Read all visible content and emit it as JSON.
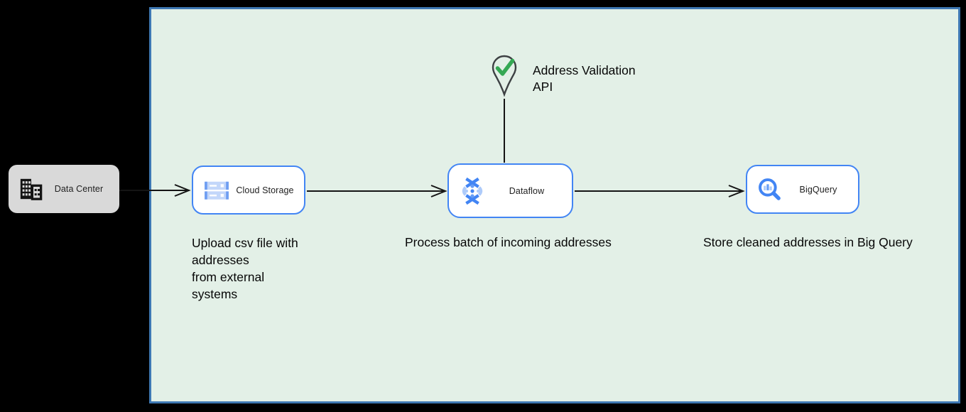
{
  "diagram": {
    "boundary_fill": "#e3f0e7",
    "boundary_border": "#3e78b3",
    "node_border": "#4285f4",
    "nodes": {
      "data_center": {
        "label": "Data Center",
        "icon": "building-icon"
      },
      "cloud_storage": {
        "label": "Cloud Storage",
        "icon": "cloud-storage-icon"
      },
      "dataflow": {
        "label": "Dataflow",
        "icon": "dataflow-icon"
      },
      "bigquery": {
        "label": "BigQuery",
        "icon": "bigquery-search-icon"
      }
    },
    "annotations": {
      "address_validation": "Address Validation\nAPI",
      "address_validation_icon": "map-pin-check-icon",
      "upload": "Upload csv file with\naddresses\nfrom external\nsystems",
      "process": "Process batch of incoming addresses",
      "store": "Store cleaned addresses in Big Query"
    },
    "colors": {
      "check_green": "#34a853",
      "icon_blue": "#4285f4",
      "icon_light_blue": "#aecbfa",
      "arrow": "#141414",
      "data_center_fill": "#d9d9d9"
    }
  }
}
